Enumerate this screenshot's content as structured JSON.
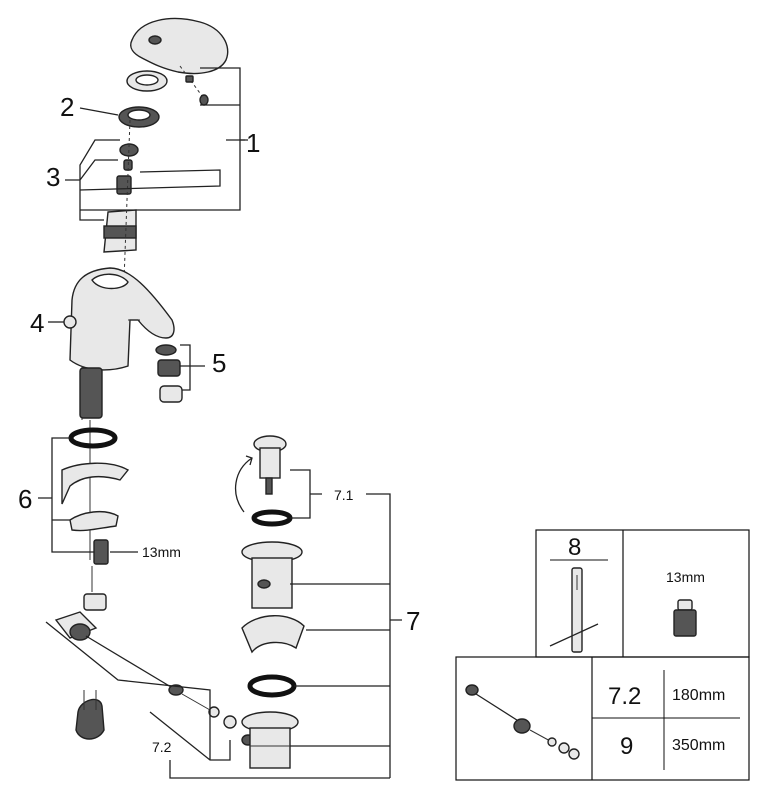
{
  "callouts": {
    "c1": "1",
    "c2": "2",
    "c3": "3",
    "c4": "4",
    "c5": "5",
    "c6": "6",
    "c7": "7",
    "c7_1": "7.1",
    "c7_2": "7.2",
    "c6_size": "13mm"
  },
  "inset_top": {
    "tool_number": "8",
    "size_label": "13mm"
  },
  "inset_bottom": {
    "rows": [
      {
        "number": "7.2",
        "length": "180mm"
      },
      {
        "number": "9",
        "length": "350mm"
      }
    ]
  }
}
